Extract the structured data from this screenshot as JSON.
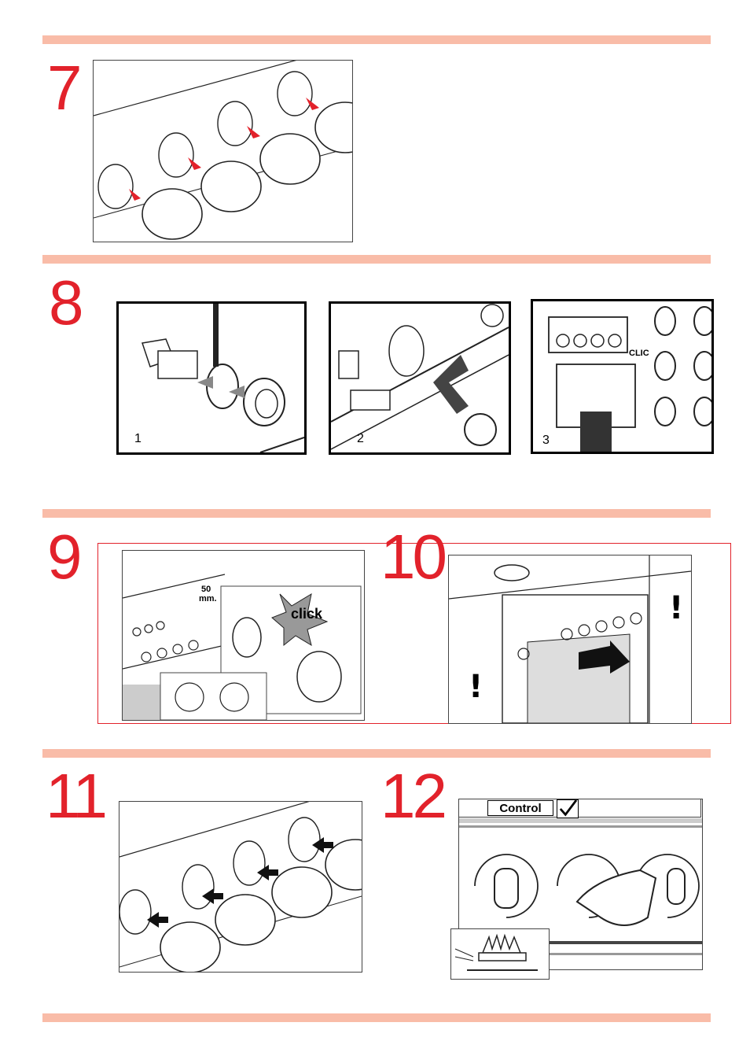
{
  "steps": {
    "s7": "7",
    "s8": "8",
    "s9": "9",
    "s10": "10",
    "s11": "11",
    "s12": "12"
  },
  "step8": {
    "sub1": "1",
    "sub2": "2",
    "sub3": "3",
    "clic": "CLIC"
  },
  "step9": {
    "distance": "50",
    "unit": "mm.",
    "click": "click"
  },
  "step12": {
    "control": "Control"
  },
  "colors": {
    "accent_red": "#e2222b",
    "rule_pink": "#f9bca8"
  }
}
